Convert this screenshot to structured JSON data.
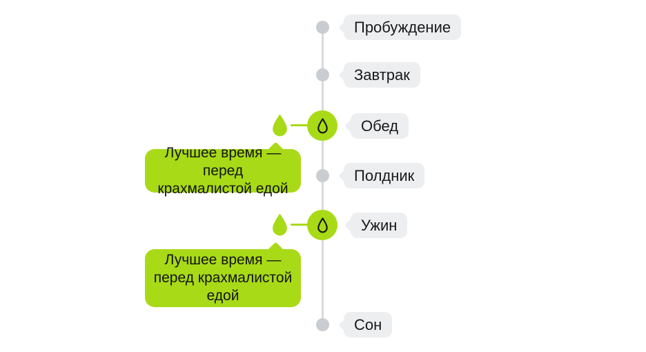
{
  "colors": {
    "accent_green": "#a8da17",
    "bubble_gray": "#eceef0",
    "node_gray": "#c9cdd1",
    "line_gray": "#d8dadc",
    "text_dark": "#19191b"
  },
  "timeline": {
    "events": [
      {
        "label": "Пробуждение",
        "highlighted": false
      },
      {
        "label": "Завтрак",
        "highlighted": false
      },
      {
        "label": "Обед",
        "highlighted": true
      },
      {
        "label": "Полдник",
        "highlighted": false
      },
      {
        "label": "Ужин",
        "highlighted": true
      },
      {
        "label": "Сон",
        "highlighted": false
      }
    ]
  },
  "callouts": [
    {
      "full_text": "Лучшее время — перед крахмалистой едой",
      "lines": [
        "Лучшее время — перед",
        "крахмалистой едой"
      ]
    },
    {
      "full_text": "Лучшее время — перед крахмалистой едой",
      "lines": [
        "Лучшее время —",
        "перед крахмалистой",
        "едой"
      ]
    }
  ],
  "icons": {
    "highlight_node": "water-drop-icon",
    "marker": "water-drop-icon"
  }
}
